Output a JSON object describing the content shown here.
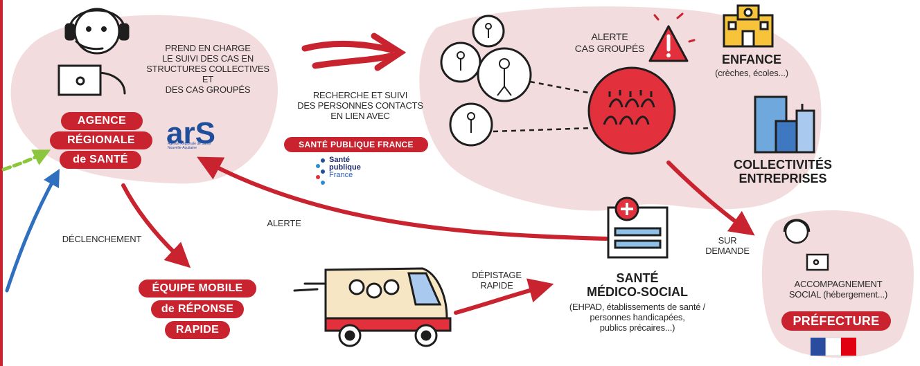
{
  "ars": {
    "pill_lines": [
      "AGENCE",
      "RÉGIONALE",
      "de SANTÉ"
    ],
    "logo_text": "arS",
    "logo_sub": "Agence Régionale de Santé Nouvelle-Aquitaine",
    "role_lines": [
      "PREND EN CHARGE",
      "LE SUIVI DES CAS EN",
      "STRUCTURES COLLECTIVES ET",
      "DES CAS GROUPÉS"
    ]
  },
  "spf": {
    "intro_lines": [
      "RECHERCHE ET SUIVI",
      "DES PERSONNES CONTACTS",
      "EN LIEN AVEC"
    ],
    "pill": "SANTÉ PUBLIQUE FRANCE",
    "logo_lines": [
      "Santé",
      "publique",
      "France"
    ]
  },
  "clusters": {
    "alert_lines": [
      "ALERTE",
      "CAS GROUPÉS"
    ]
  },
  "structures": {
    "enfance_title": "ENFANCE",
    "enfance_sub": "(crèches, écoles...)",
    "collectivites_lines": [
      "COLLECTIVITÉS",
      "ENTREPRISES"
    ]
  },
  "flows": {
    "alerte": "ALERTE",
    "declenchement": "DÉCLENCHEMENT",
    "depistage_lines": [
      "DÉPISTAGE",
      "RAPIDE"
    ],
    "sur_demande_lines": [
      "SUR",
      "DEMANDE"
    ]
  },
  "equipe": {
    "pill_lines": [
      "ÉQUIPE MOBILE",
      "de RÉPONSE",
      "RAPIDE"
    ]
  },
  "sante": {
    "title_lines": [
      "SANTÉ",
      "MÉDICO-SOCIAL"
    ],
    "sub_lines": [
      "(EHPAD, établissements de santé /",
      "personnes handicapées,",
      "publics précaires...)"
    ]
  },
  "prefecture": {
    "text_lines": [
      "ACCOMPAGNEMENT",
      "SOCIAL (hébergement...)"
    ],
    "pill": "PRÉFECTURE"
  },
  "colors": {
    "accent_red": "#c8232f",
    "blob_pink": "#f3dcde",
    "arrow_blue": "#2f6fc0",
    "arrow_green": "#8cc63f",
    "ink": "#1e1e1e"
  }
}
